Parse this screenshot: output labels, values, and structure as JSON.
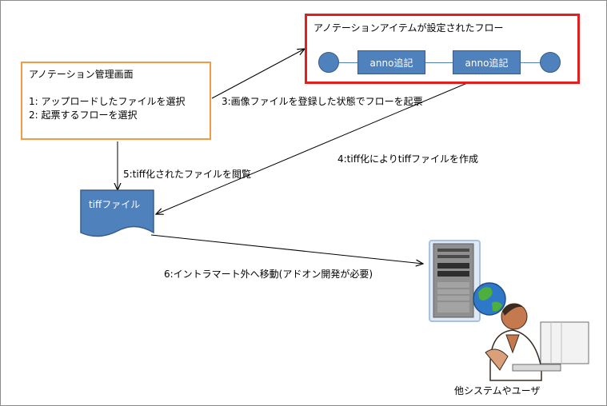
{
  "management": {
    "title": "アノテーション管理画面",
    "step1": "1: アップロードしたファイルを選択",
    "step2": "2: 起票するフローを選択"
  },
  "flow": {
    "title": "アノテーションアイテムが設定されたフロー",
    "task1": "anno追記",
    "task2": "anno追記"
  },
  "arrows": {
    "a3": "3:画像ファイルを登録した状態でフローを起票",
    "a4": "4:tiff化によりtiffファイルを作成",
    "a5": "5:tiff化されたファイルを閲覧",
    "a6": "6:イントラマート外へ移動(アドオン開発が必要)"
  },
  "document": {
    "label": "tiffファイル"
  },
  "external": {
    "caption": "他システムやユーザ"
  },
  "colors": {
    "orange_border": "#f39a44",
    "red_border": "#e51f1f",
    "shape_fill": "#4f81bd",
    "shape_border": "#385d8a"
  },
  "icons": {
    "server": "server-with-globe-icon",
    "user": "person-at-computer-icon"
  }
}
